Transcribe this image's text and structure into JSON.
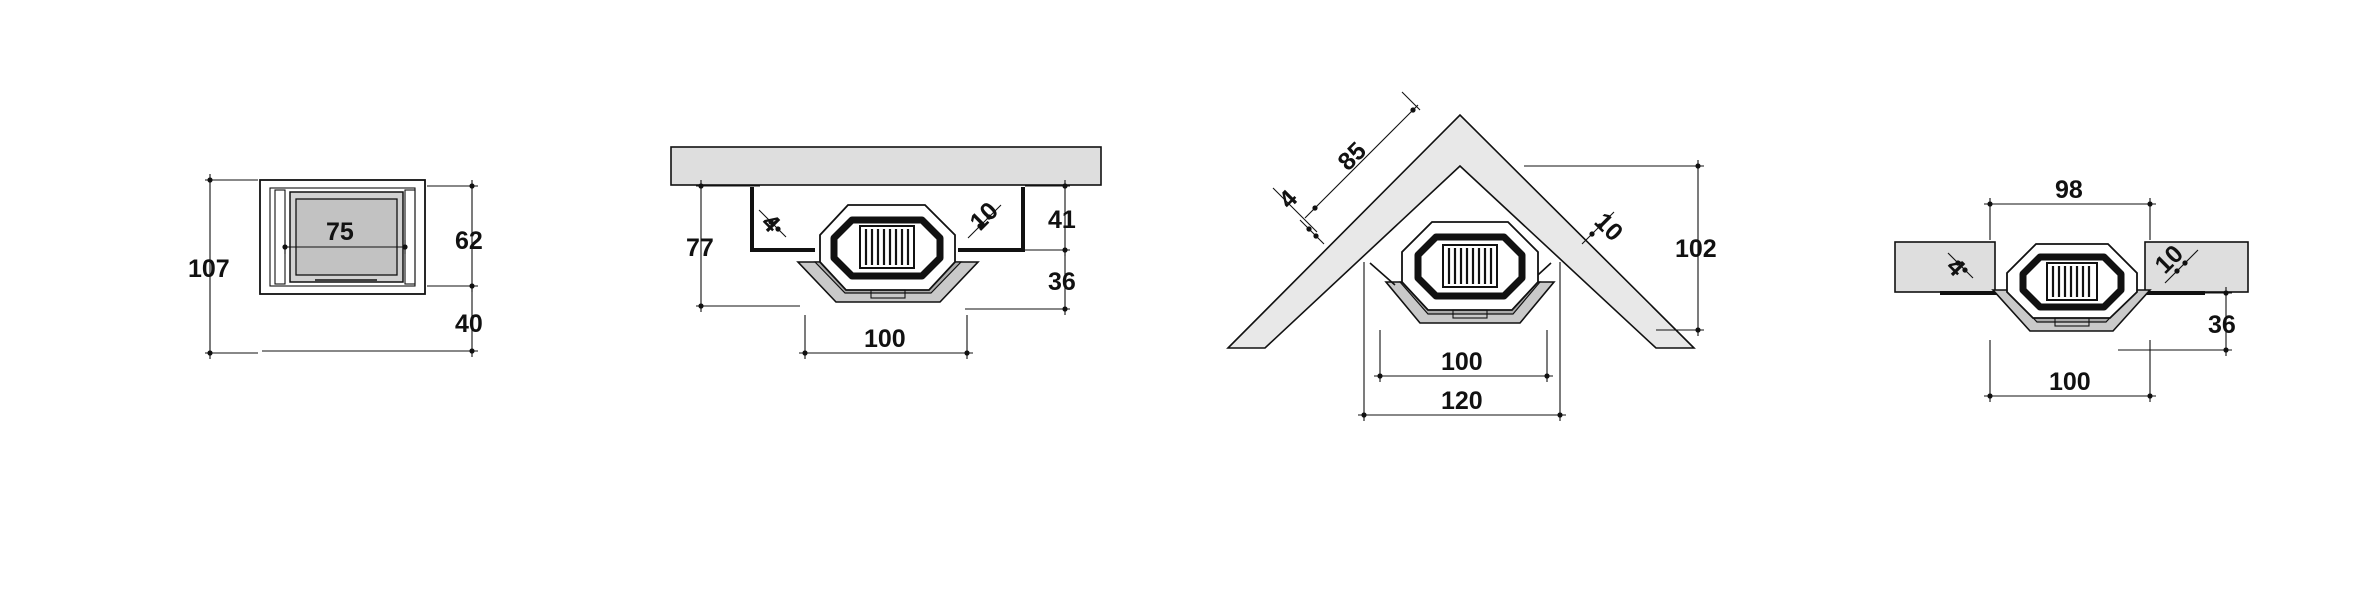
{
  "figures": [
    {
      "id": "front-view",
      "labels": {
        "total_height": "107",
        "width": "75",
        "upper": "62",
        "lower": "40"
      }
    },
    {
      "id": "wall-installation",
      "labels": {
        "depth": "77",
        "gap": "4",
        "offset": "10",
        "height": "41",
        "base": "36",
        "width": "100"
      }
    },
    {
      "id": "corner-installation",
      "labels": {
        "side": "85",
        "gap": "4",
        "offset": "10",
        "height": "102",
        "inner_width": "100",
        "outer_width": "120"
      }
    },
    {
      "id": "island-installation",
      "labels": {
        "span": "98",
        "gap": "4",
        "offset": "10",
        "base": "36",
        "width": "100"
      }
    }
  ]
}
